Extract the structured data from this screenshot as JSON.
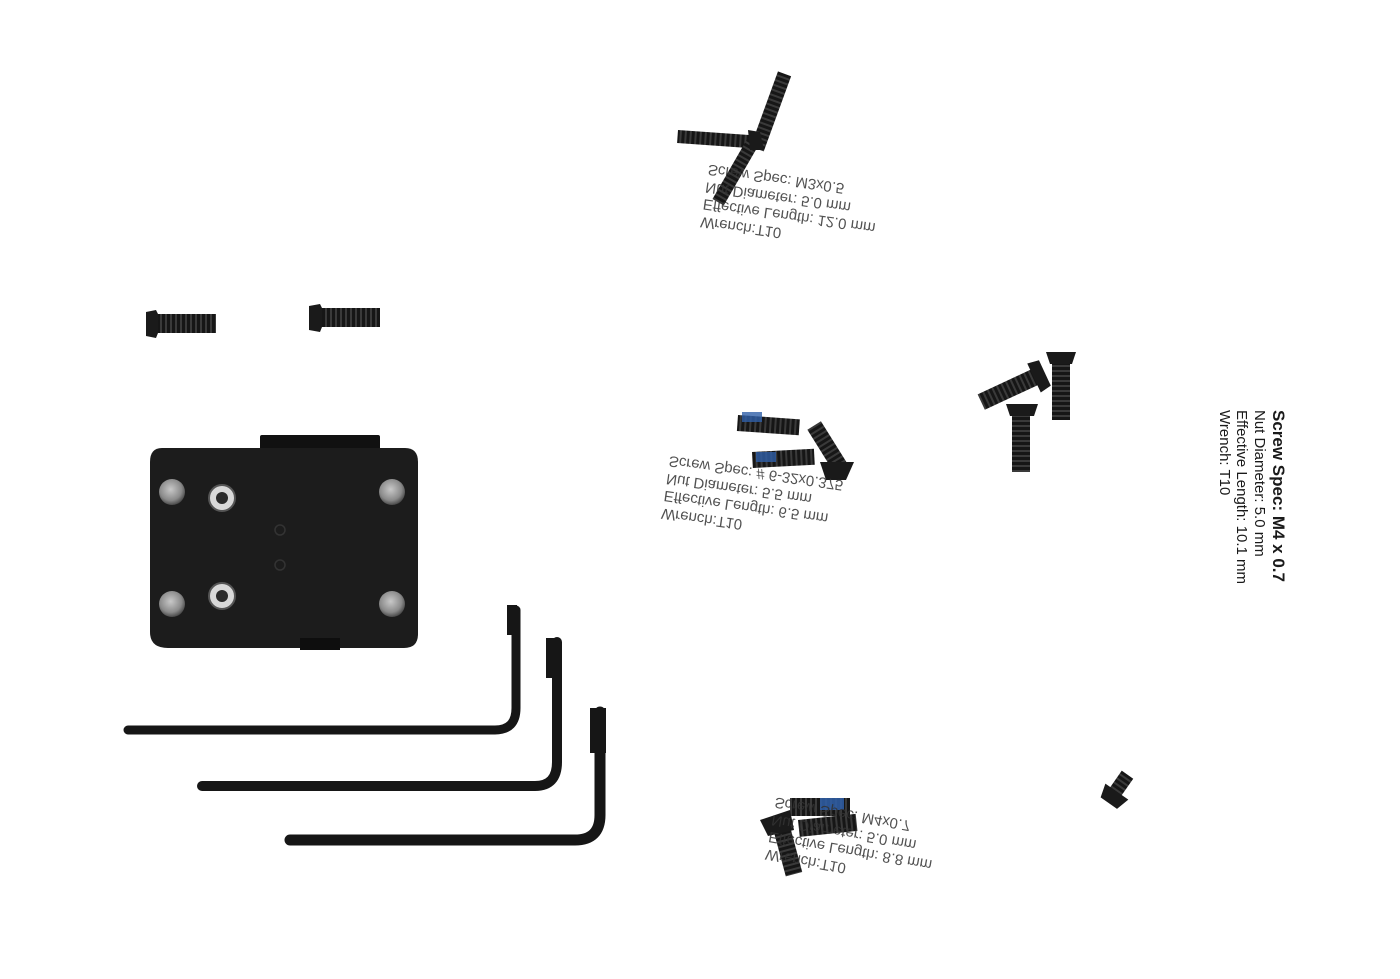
{
  "scene": {
    "description_colors": {
      "background": "#ffffff",
      "parts": "#141414",
      "hardware_plate": "#1b1b1b",
      "pins": "#8d8d8d",
      "threadlock": "#2f5fa8"
    }
  },
  "labels": {
    "main": {
      "spec": "Screw Spec: M4 x 0.7",
      "nut": "Nut Diameter: 5.0 mm",
      "length": "Effective Length: 10.1 mm",
      "wrench": "Wrench: T10"
    },
    "bag_top": {
      "line1": "Wrench:T10",
      "line2": "Effective Length: 12.0 mm",
      "line3": "Nut Diameter: 5.0 mm",
      "line4": "Screw Spec: M3x0.5"
    },
    "bag_middle": {
      "line1": "Wrench:T10",
      "line2": "Effective Length: 6.5 mm",
      "line3": "Nut Diameter: 5.5 mm",
      "line4": "Screw Spec: # 6-32x0.375"
    },
    "bag_bottom": {
      "line1": "Wrench:T10",
      "line2": "Effective Length: 8.8 mm",
      "line3": "Nut Diameter: 5.0 mm",
      "line4": "Screw Spec: M4x0.7"
    }
  }
}
